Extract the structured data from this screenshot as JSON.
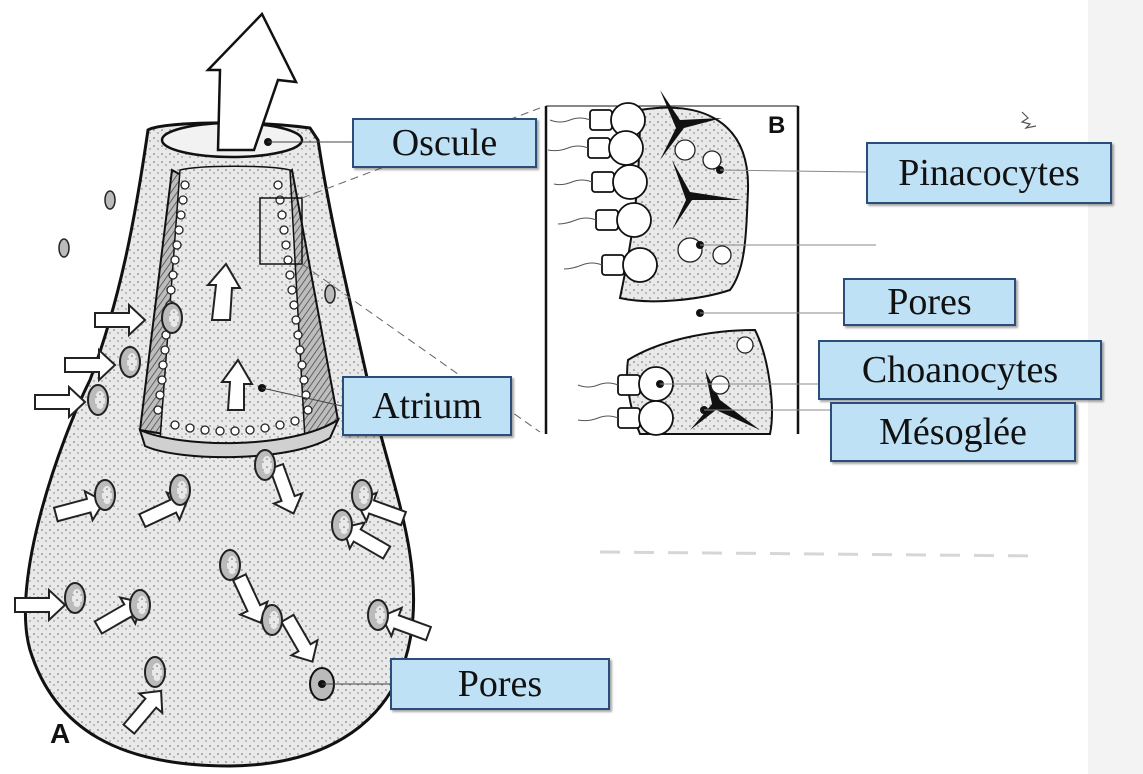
{
  "labels": {
    "oscule": "Oscule",
    "pinacocytes": "Pinacocytes",
    "pores_top": "Pores",
    "choanocytes": "Choanocytes",
    "atrium": "Atrium",
    "mesoglee": "Mésoglée",
    "pores_bottom": "Pores"
  },
  "panels": {
    "a": "A",
    "b": "B"
  },
  "colors": {
    "label_fill": "#bfe1f5",
    "label_border": "#2a4d7a",
    "ink": "#111111"
  }
}
